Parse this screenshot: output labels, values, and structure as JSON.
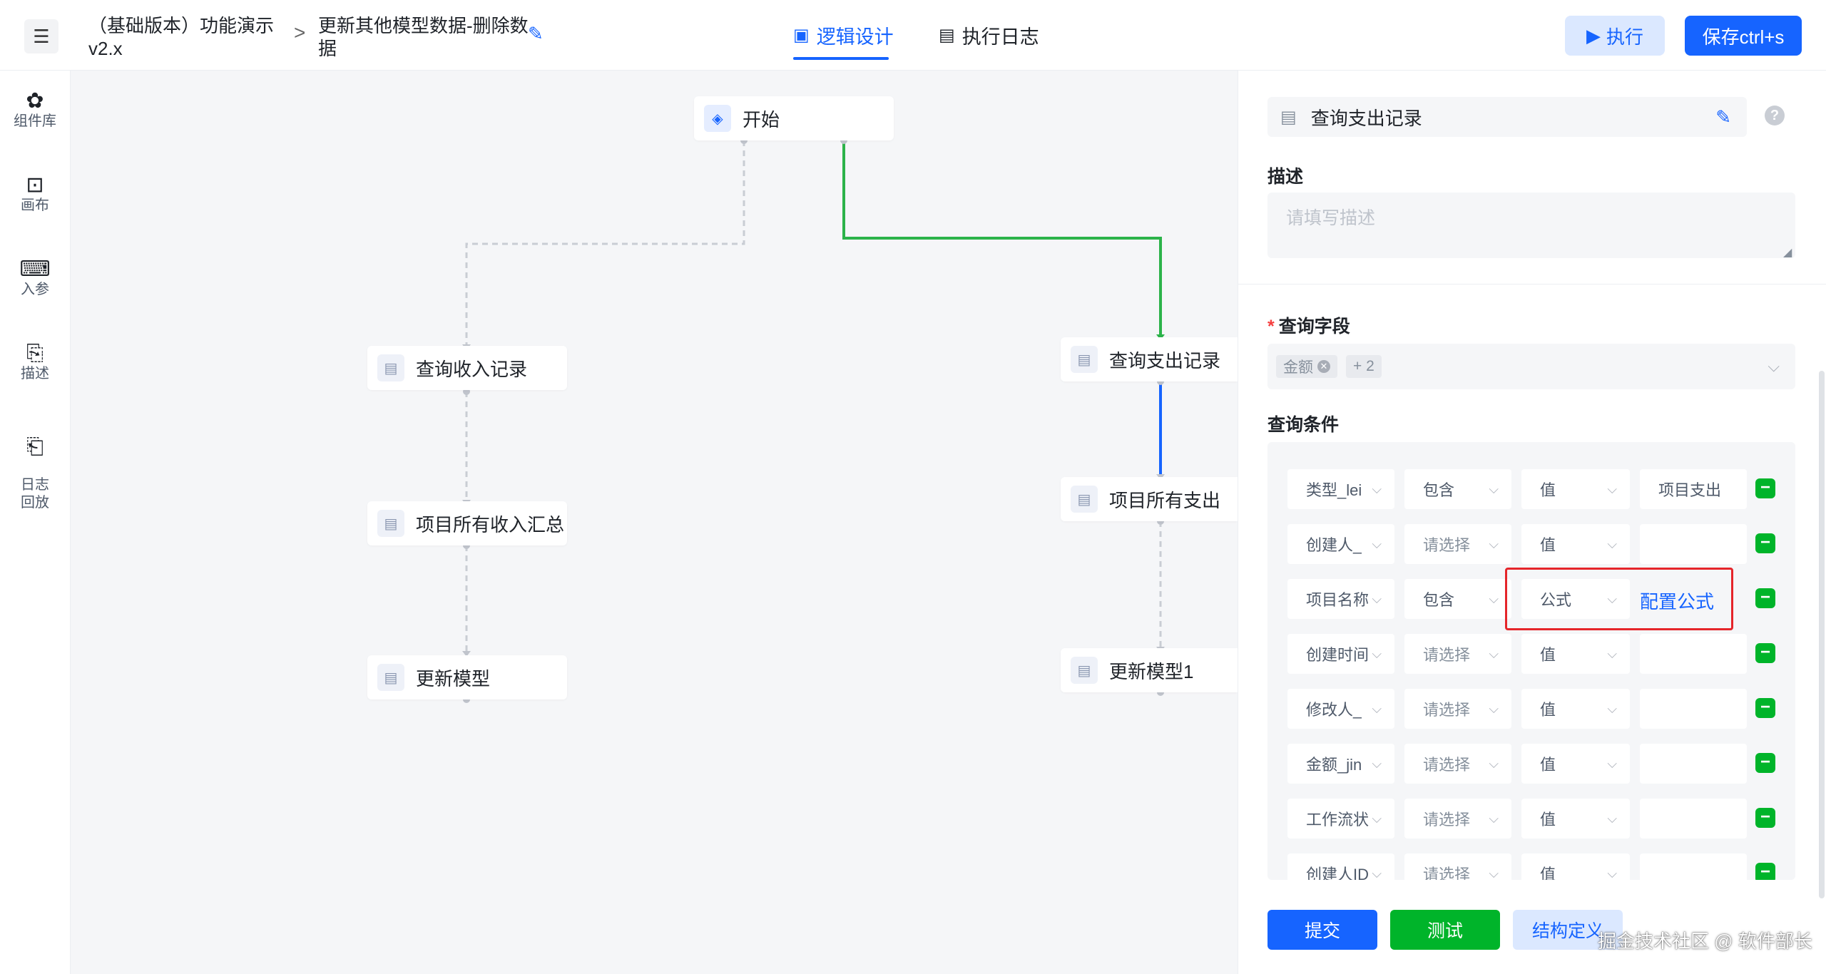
{
  "header": {
    "menu_icon": "list-icon",
    "project_name": "（基础版本）功能演示v2.x",
    "breadcrumb_separator": ">",
    "page_name": "更新其他模型数据-删除数据",
    "tabs": [
      {
        "label": "逻辑设计",
        "icon": "image-icon",
        "active": true
      },
      {
        "label": "执行日志",
        "icon": "document-icon",
        "active": false
      }
    ],
    "execute_label": "执行",
    "save_label": "保存ctrl+s"
  },
  "sidebar": {
    "items": [
      {
        "label": "组件库",
        "icon": "puzzle-icon"
      },
      {
        "label": "画布",
        "icon": "canvas-icon"
      },
      {
        "label": "入参",
        "icon": "code-icon"
      },
      {
        "label": "描述",
        "icon": "text-icon"
      },
      {
        "label": "日志\n回放",
        "icon": "replay-icon"
      }
    ]
  },
  "canvas": {
    "nodes": {
      "start": "开始",
      "query_income": "查询收入记录",
      "income_summary": "项目所有收入汇总",
      "update_model": "更新模型",
      "query_expense": "查询支出记录",
      "all_expense": "项目所有支出",
      "update_model1": "更新模型1"
    }
  },
  "panel": {
    "node_title": "查询支出记录",
    "help": "?",
    "description_label": "描述",
    "description_placeholder": "请填写描述",
    "query_fields_label": "查询字段",
    "query_fields_tag": "金额",
    "query_fields_more": "+ 2",
    "query_conditions_label": "查询条件",
    "conditions": [
      {
        "field": "类型_lei",
        "op": "包含",
        "type": "值",
        "value": "项目支出"
      },
      {
        "field": "创建人_",
        "op": "请选择",
        "type": "值",
        "value": ""
      },
      {
        "field": "项目名称",
        "op": "包含",
        "type": "公式",
        "value": "配置公式"
      },
      {
        "field": "创建时间",
        "op": "请选择",
        "type": "值",
        "value": ""
      },
      {
        "field": "修改人_",
        "op": "请选择",
        "type": "值",
        "value": ""
      },
      {
        "field": "金额_jin",
        "op": "请选择",
        "type": "值",
        "value": ""
      },
      {
        "field": "工作流状",
        "op": "请选择",
        "type": "值",
        "value": ""
      },
      {
        "field": "创建人ID",
        "op": "请选择",
        "type": "值",
        "value": ""
      }
    ],
    "submit_label": "提交",
    "test_label": "测试",
    "struct_label": "结构定义"
  },
  "watermark": "掘金技术社区 @ 软件部长",
  "colors": {
    "primary": "#1664ff",
    "success": "#00b42a",
    "highlight": "#e5252a"
  }
}
